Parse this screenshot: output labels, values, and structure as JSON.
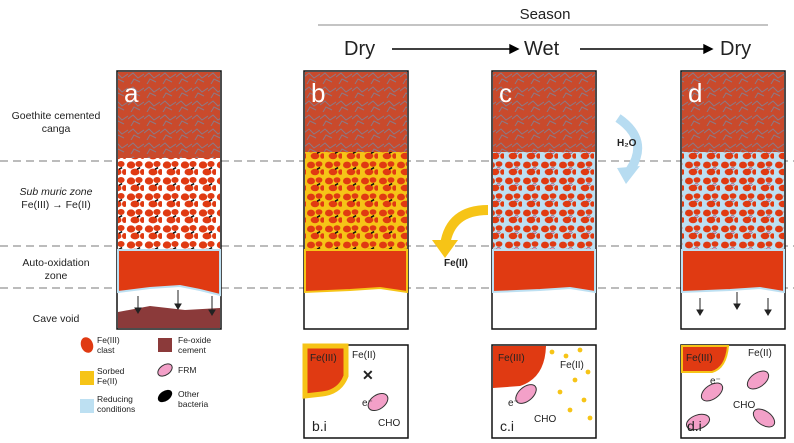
{
  "header": {
    "season_label": "Season",
    "stages": [
      "Dry",
      "Wet",
      "Dry"
    ]
  },
  "zones": {
    "goethite_1": "Goethite cemented",
    "goethite_2": "canga",
    "submuric_1": "Sub muric zone",
    "submuric_2": "Fe(III)",
    "submuric_3": "Fe(II)",
    "autoox_1": "Auto-oxidation",
    "autoox_2": "zone",
    "cave": "Cave void"
  },
  "panels": [
    {
      "letter": "a"
    },
    {
      "letter": "b"
    },
    {
      "letter": "c"
    },
    {
      "letter": "d"
    }
  ],
  "arrows": {
    "water": "H₂O",
    "fe2_flux": "Fe(II)"
  },
  "insets": [
    {
      "id": "b.i",
      "fe3": "Fe(III)",
      "fe2": "Fe(II)",
      "electron": "e⁻",
      "cho": "CHO"
    },
    {
      "id": "c.i",
      "fe3": "Fe(III)",
      "fe2": "Fe(II)",
      "electron": "e⁻",
      "cho": "CHO"
    },
    {
      "id": "d.i",
      "fe3": "Fe(III)",
      "fe2": "Fe(II)",
      "electron": "e⁻",
      "cho": "CHO"
    }
  ],
  "legend": [
    {
      "label1": "Fe(III)",
      "label2": "clast",
      "color": "#e03a12"
    },
    {
      "label1": "Sorbed",
      "label2": "Fe(II)",
      "color": "#f6c417"
    },
    {
      "label1": "Reducing",
      "label2": "conditions",
      "color": "#bde0f2"
    },
    {
      "label1": "Fe-oxide",
      "label2": "cement",
      "color": "#8b3a3a"
    },
    {
      "label1": "FRM",
      "label2": "",
      "color": "#f3a0c8"
    },
    {
      "label1": "Other",
      "label2": "bacteria",
      "color": "#000000"
    }
  ]
}
